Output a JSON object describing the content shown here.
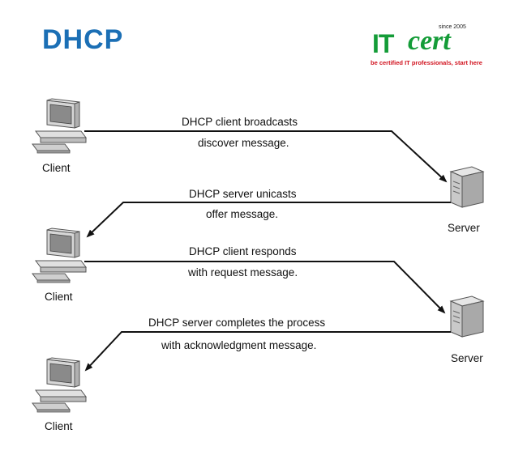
{
  "title": "DHCP",
  "logo": {
    "since": "since 2005",
    "brand_it": "IT",
    "brand_cert": "cert",
    "tagline": "be certified IT professionals, start here"
  },
  "nodes": {
    "client_1": "Client",
    "server_1": "Server",
    "client_2": "Client",
    "server_2": "Server",
    "client_3": "Client"
  },
  "messages": [
    {
      "line1": "DHCP client broadcasts",
      "line2": "discover message."
    },
    {
      "line1": "DHCP server unicasts",
      "line2": "offer message."
    },
    {
      "line1": "DHCP client responds",
      "line2": "with request message."
    },
    {
      "line1": "DHCP server completes the process",
      "line2": "with acknowledgment message."
    }
  ],
  "colors": {
    "title": "#1b6fb5",
    "logo_green": "#149c38",
    "logo_red": "#d1121e",
    "arrow": "#111111"
  }
}
